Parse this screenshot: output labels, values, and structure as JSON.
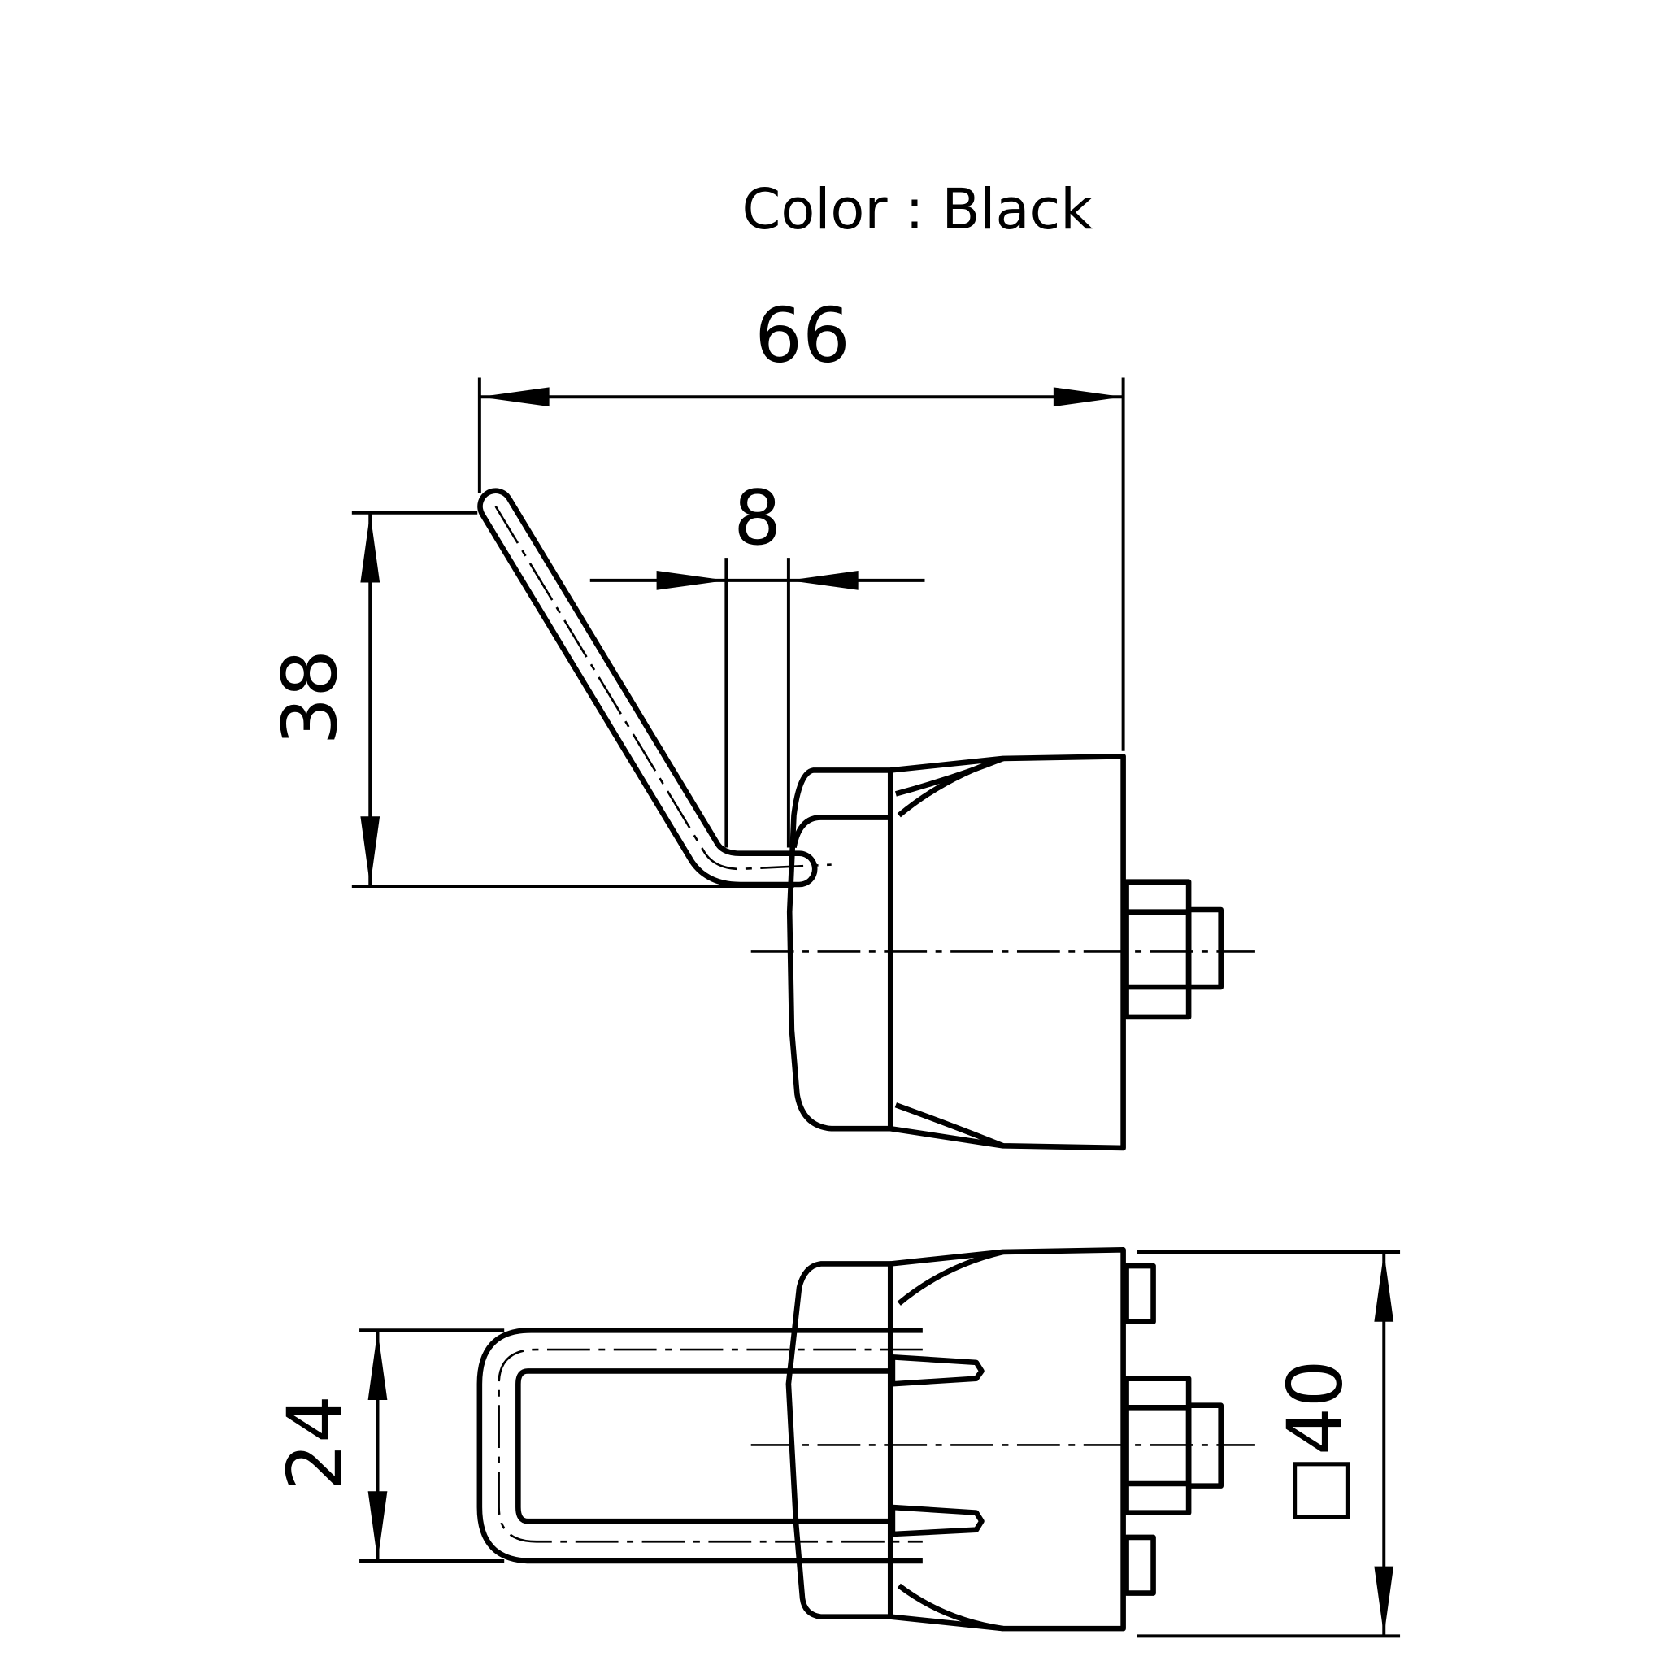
{
  "title": "Color : Black",
  "dimensions": {
    "overall_length": "66",
    "lever_width": "8",
    "lever_height": "38",
    "handle_width": "24",
    "base_square": "□40"
  },
  "colors": {
    "line": "#000000",
    "background": "#ffffff"
  }
}
